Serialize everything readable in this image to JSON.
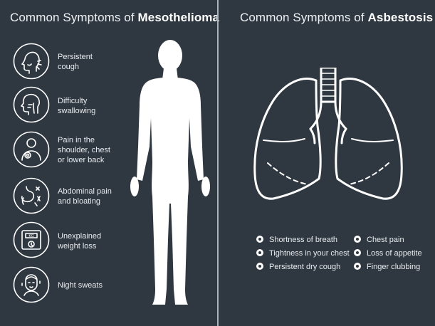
{
  "left": {
    "title_prefix": "Common Symptoms of ",
    "title_bold": "Mesothelioma",
    "symptoms": [
      {
        "line1": "Persistent",
        "line2": "cough",
        "line3": "",
        "icon": "cough-icon"
      },
      {
        "line1": "Difficulty",
        "line2": "swallowing",
        "line3": "",
        "icon": "swallowing-icon"
      },
      {
        "line1": "Pain in the",
        "line2": "shoulder, chest",
        "line3": "or lower back",
        "icon": "back-pain-icon"
      },
      {
        "line1": "Abdominal pain",
        "line2": "and bloating",
        "line3": "",
        "icon": "abdomen-icon"
      },
      {
        "line1": "Unexplained",
        "line2": "weight loss",
        "line3": "",
        "icon": "scale-icon"
      },
      {
        "line1": "Night sweats",
        "line2": "",
        "line3": "",
        "icon": "night-sweats-icon"
      }
    ]
  },
  "right": {
    "title_prefix": "Common Symptoms of ",
    "title_bold": "Asbestosis",
    "symptoms_col1": [
      "Shortness of breath",
      "Tightness in your chest",
      "Persistent dry cough"
    ],
    "symptoms_col2": [
      "Chest pain",
      "Loss of appetite",
      "Finger clubbing"
    ]
  },
  "scale_display": "KG",
  "colors": {
    "background": "#2f3841",
    "foreground": "#ffffff",
    "divider": "#aab3bb"
  }
}
